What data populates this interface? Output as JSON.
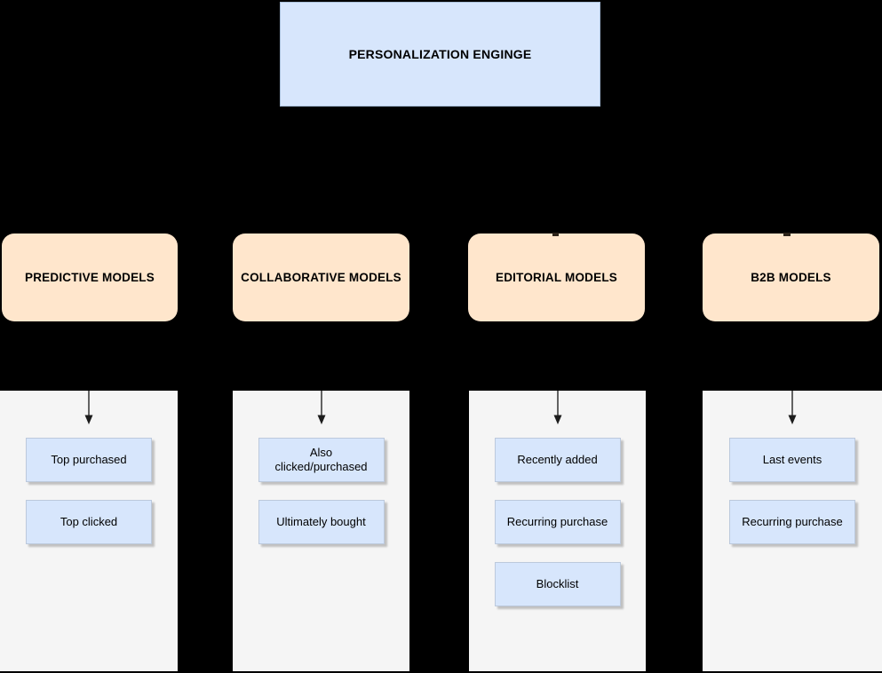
{
  "engine": {
    "title": "PERSONALIZATION ENGINGE"
  },
  "columns": [
    {
      "id": "predictive",
      "header": "PREDICTIVE MODELS",
      "items": [
        "Top purchased",
        "Top clicked"
      ]
    },
    {
      "id": "collaborative",
      "header": "COLLABORATIVE MODELS",
      "items": [
        "Also\nclicked/purchased",
        "Ultimately bought"
      ]
    },
    {
      "id": "editorial",
      "header": "EDITORIAL MODELS",
      "items": [
        "Recently added",
        "Recurring purchase",
        "Blocklist"
      ]
    },
    {
      "id": "b2b",
      "header": "B2B MODELS",
      "items": [
        "Last events",
        "Recurring purchase"
      ]
    }
  ],
  "icons": {
    "connector": "arrow-down"
  },
  "colors": {
    "background": "#000000",
    "engine_fill": "#d7e6fc",
    "engine_border": "#a9bfd9",
    "category_fill": "#ffe6cc",
    "panel_bg": "#f5f5f5",
    "item_fill": "#d7e6fc",
    "item_border": "#bcc9dc",
    "arrow": "#3f3f3f",
    "text": "#000000"
  }
}
